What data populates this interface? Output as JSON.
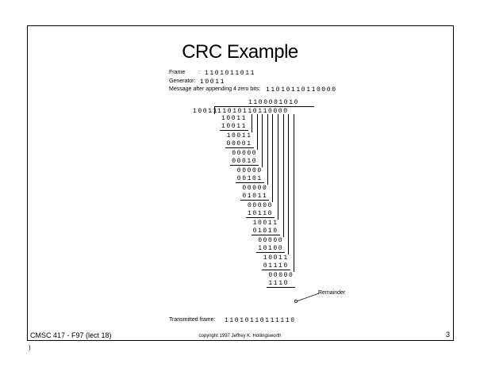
{
  "title": "CRC Example",
  "info": {
    "frame_label": "Frame",
    "frame_colon": ":",
    "frame_value": "1101011011",
    "generator_label": "Generator:",
    "generator_value": "10011",
    "message_label": "Message after appending 4 zero bits:",
    "message_value": "11010110110000"
  },
  "division": {
    "quotient": "1100001010",
    "divisor": "10011",
    "dividend": "11010110110000",
    "rows": [
      "10011",
      "10011",
      "10011",
      "00001",
      "00000",
      "00010",
      "00000",
      "00101",
      "00000",
      "01011",
      "00000",
      "10110",
      "10011",
      "01010",
      "00000",
      "10100",
      "10011",
      "01110",
      "00000",
      "1110"
    ],
    "remainder_label": "Remainder"
  },
  "transmitted": {
    "label": "Transmitted frame:",
    "value": "11010110111110"
  },
  "footer": {
    "course": "CMSC 417 - F97  (lect 18)",
    "copyright": "copyright 1997 Jeffrey K. Hollingsworth",
    "page": "3"
  },
  "corner_mark": ")"
}
